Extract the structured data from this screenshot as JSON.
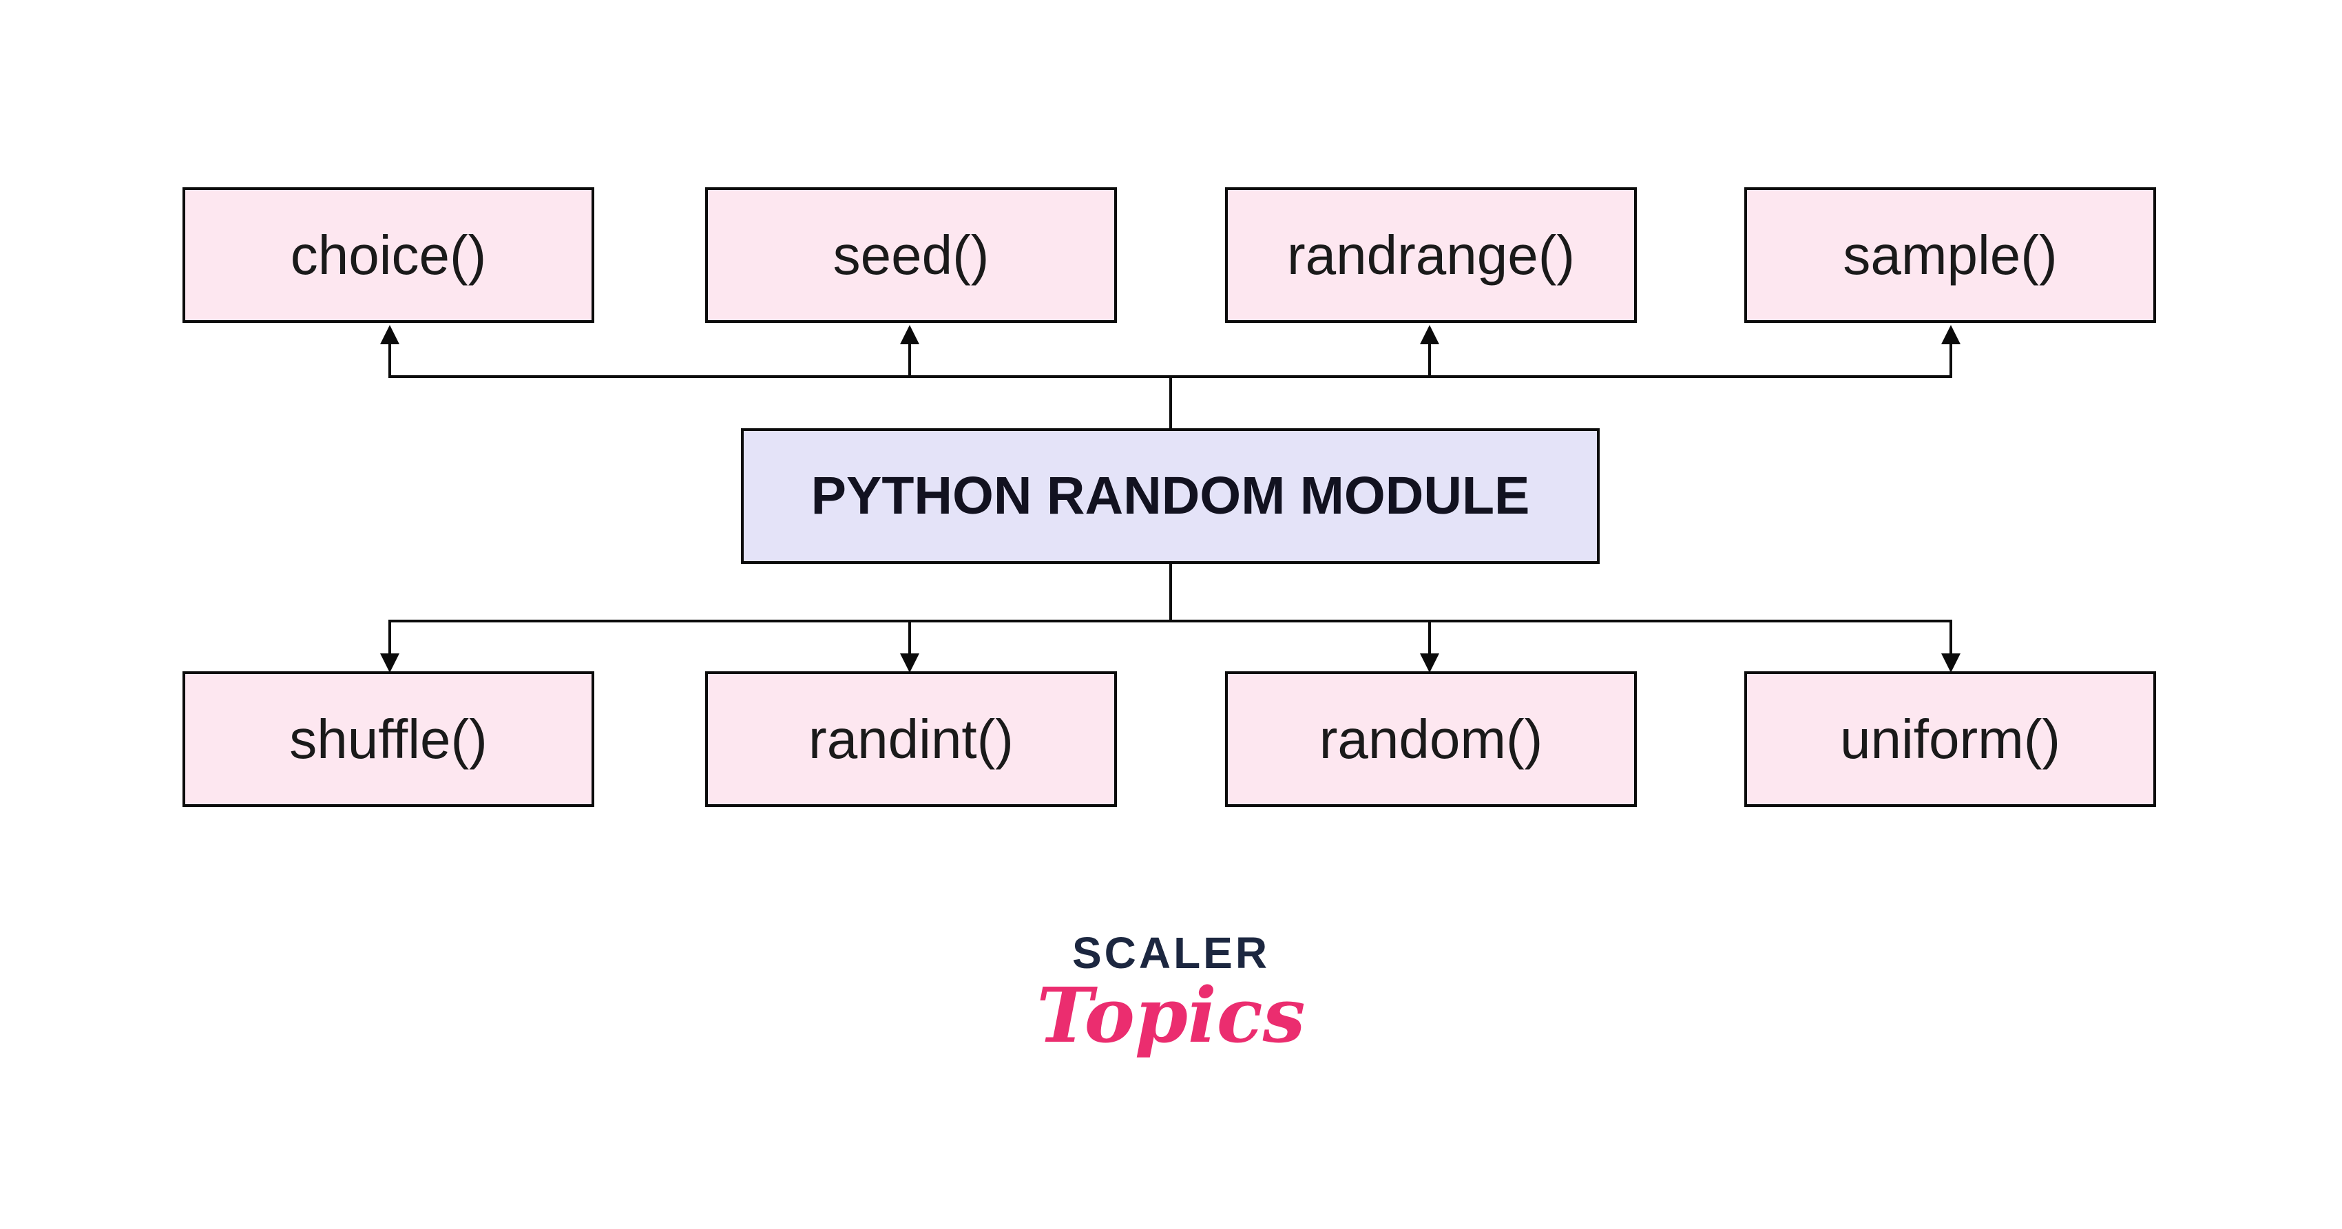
{
  "diagram": {
    "title": "PYTHON RANDOM MODULE",
    "top_functions": [
      "choice()",
      "seed()",
      "randrange()",
      "sample()"
    ],
    "bottom_functions": [
      "shuffle()",
      "randint()",
      "random()",
      "uniform()"
    ],
    "colors": {
      "function_box_fill": "#FDE7F0",
      "module_box_fill": "#E4E3F8",
      "line_color": "#0B0B0B",
      "text_color": "#1A1A1A",
      "logo_navy": "#1C2740",
      "logo_pink": "#EB2D6F",
      "canvas_bg": "#FFFFFF"
    }
  },
  "logo": {
    "brand": "SCALER",
    "sub_brand": "Topics"
  }
}
